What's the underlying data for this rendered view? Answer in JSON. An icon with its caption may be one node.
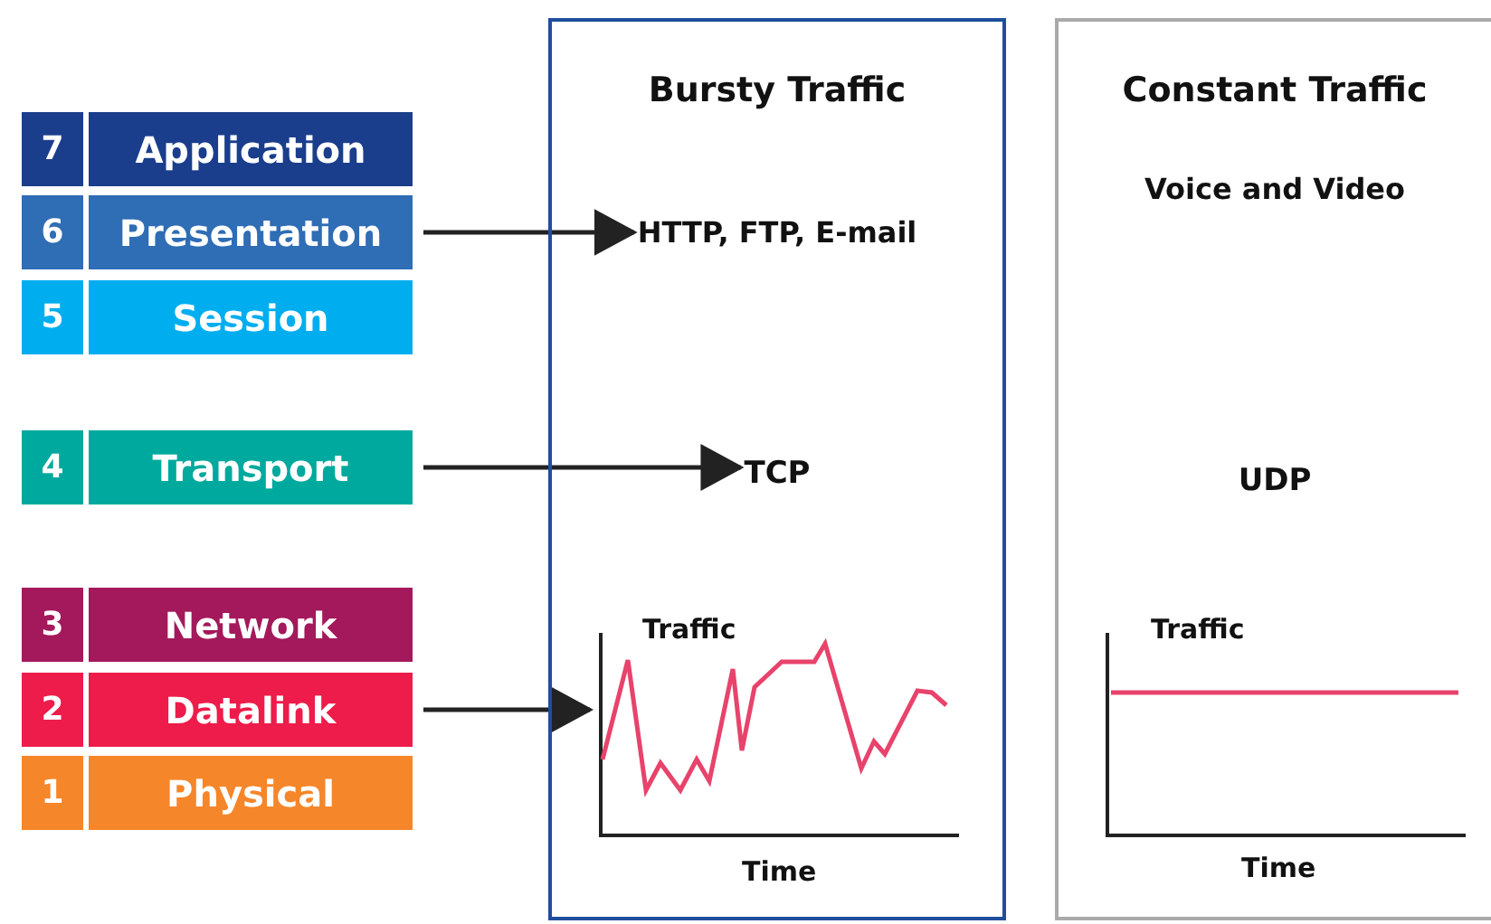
{
  "diagram": {
    "nodes": [
      {
        "text": [
          "7",
          "Application"
        ]
      },
      {
        "text": [
          "6",
          "Presentation"
        ]
      },
      {
        "text": [
          "5",
          "Session"
        ]
      },
      {
        "text": [
          "4",
          "Transport"
        ]
      },
      {
        "text": [
          "3",
          "Network"
        ]
      },
      {
        "text": [
          "2",
          "Datalink"
        ]
      },
      {
        "text": [
          "1",
          "Physical"
        ]
      },
      {
        "text": [
          "Bursty Traffic"
        ]
      },
      {
        "text": [
          "HTTP, FTP, E-mail"
        ],
        "in": 7
      },
      {
        "text": [
          "TCP"
        ],
        "in": 7
      },
      {
        "text": [
          "Traffic",
          "Time"
        ],
        "in": 7
      },
      {
        "text": [
          "Constant Traffic",
          "Voice and Video",
          "UDP"
        ]
      },
      {
        "text": [
          "Traffic",
          "Time"
        ],
        "in": 11
      }
    ],
    "edges": [
      {
        "from": 1,
        "to": 8,
        "arrow": "to"
      },
      {
        "from": 3,
        "to": 9,
        "arrow": "to"
      },
      {
        "from": 5,
        "to": 10,
        "arrow": "to"
      }
    ]
  }
}
